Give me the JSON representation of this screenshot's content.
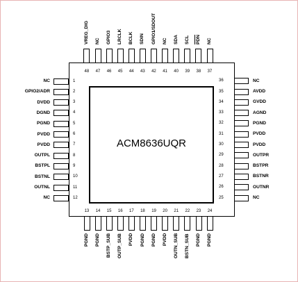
{
  "part_name": "ACM8636UQR",
  "pins": {
    "left": [
      {
        "num": "1",
        "name": "NC"
      },
      {
        "num": "2",
        "name": "GPIO2/ADR"
      },
      {
        "num": "3",
        "name": "DVDD"
      },
      {
        "num": "4",
        "name": "DGND"
      },
      {
        "num": "5",
        "name": "PGND"
      },
      {
        "num": "6",
        "name": "PVDD"
      },
      {
        "num": "7",
        "name": "PVDD"
      },
      {
        "num": "8",
        "name": "OUTPL"
      },
      {
        "num": "9",
        "name": "BSTPL"
      },
      {
        "num": "10",
        "name": "BSTNL"
      },
      {
        "num": "11",
        "name": "OUTNL"
      },
      {
        "num": "12",
        "name": "NC"
      }
    ],
    "bottom": [
      {
        "num": "13",
        "name": "PGND"
      },
      {
        "num": "14",
        "name": "PGND"
      },
      {
        "num": "15",
        "name": "BSTP_SUB"
      },
      {
        "num": "16",
        "name": "OUTP_SUB"
      },
      {
        "num": "17",
        "name": "PVDD"
      },
      {
        "num": "18",
        "name": "PGND"
      },
      {
        "num": "19",
        "name": "PGND"
      },
      {
        "num": "20",
        "name": "PVDD"
      },
      {
        "num": "21",
        "name": "OUTN_SUB"
      },
      {
        "num": "22",
        "name": "BSTN_SUB"
      },
      {
        "num": "23",
        "name": "PGND"
      },
      {
        "num": "24",
        "name": "PGND"
      }
    ],
    "right": [
      {
        "num": "25",
        "name": "NC"
      },
      {
        "num": "26",
        "name": "OUTNR"
      },
      {
        "num": "27",
        "name": "BSTNR"
      },
      {
        "num": "28",
        "name": "BSTPR"
      },
      {
        "num": "29",
        "name": "OUTPR"
      },
      {
        "num": "30",
        "name": "PVDD"
      },
      {
        "num": "31",
        "name": "PVDD"
      },
      {
        "num": "32",
        "name": "PGND"
      },
      {
        "num": "33",
        "name": "AGND"
      },
      {
        "num": "34",
        "name": "GVDD"
      },
      {
        "num": "35",
        "name": "AVDD"
      },
      {
        "num": "36",
        "name": "NC"
      }
    ],
    "top": [
      {
        "num": "37",
        "name": "NC"
      },
      {
        "num": "38",
        "name": "PDN"
      },
      {
        "num": "39",
        "name": "SCL"
      },
      {
        "num": "40",
        "name": "SDA"
      },
      {
        "num": "41",
        "name": "NC"
      },
      {
        "num": "42",
        "name": "GPIO1/SDOUT"
      },
      {
        "num": "43",
        "name": "SDIN"
      },
      {
        "num": "44",
        "name": "BCLK"
      },
      {
        "num": "45",
        "name": "LRCLK"
      },
      {
        "num": "46",
        "name": "GPIO3"
      },
      {
        "num": "47",
        "name": "NC"
      },
      {
        "num": "48",
        "name": "VREG_DIG"
      }
    ]
  }
}
